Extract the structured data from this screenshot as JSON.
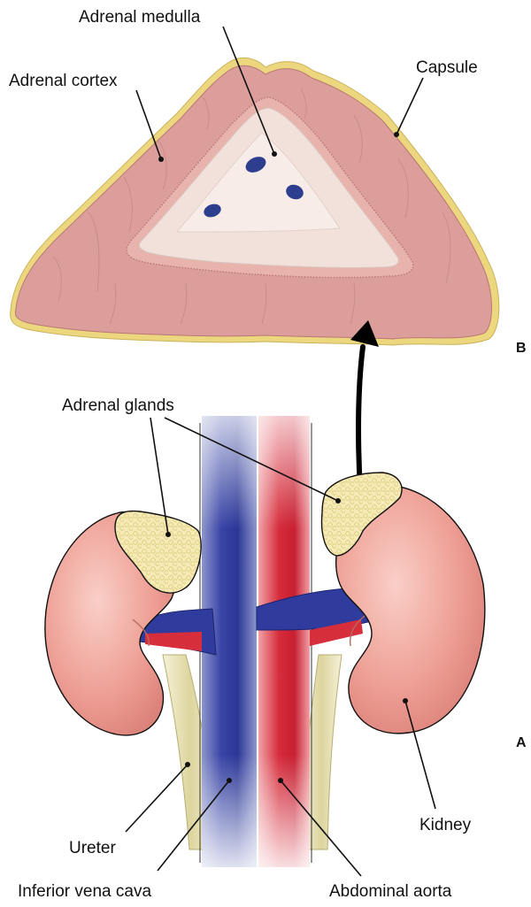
{
  "labels": {
    "adrenal_medulla": "Adrenal medulla",
    "adrenal_cortex": "Adrenal cortex",
    "capsule": "Capsule",
    "adrenal_glands": "Adrenal glands",
    "kidney": "Kidney",
    "ureter": "Ureter",
    "inferior_vena_cava": "Inferior vena cava",
    "abdominal_aorta": "Abdominal aorta"
  },
  "panels": {
    "top": "B",
    "bottom": "A"
  },
  "colors": {
    "capsule": "#ecd77e",
    "cortex": "#dc9e9a",
    "medulla": "#f1e1da",
    "nucleus": "#2d3e8f",
    "kidney": "#ee9f95",
    "adrenal_gland": "#f5eab0",
    "vein": "#2f3c9e",
    "artery": "#d72e3c",
    "ureter": "#e4dfae"
  }
}
